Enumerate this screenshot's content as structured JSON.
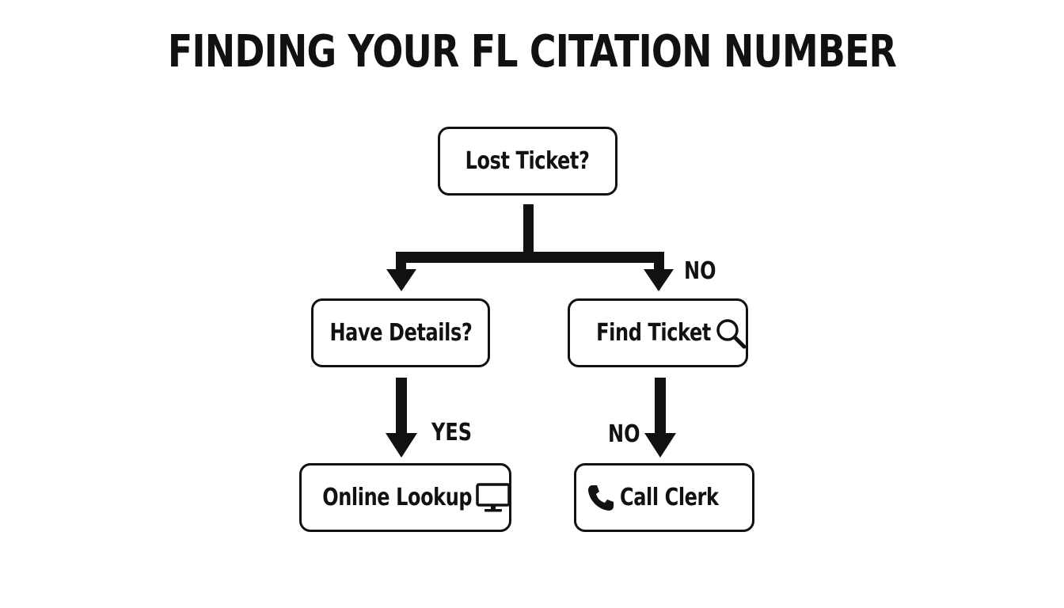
{
  "title": "FINDING YOUR FL CITATION NUMBER",
  "nodes": {
    "lost_ticket": "Lost Ticket?",
    "have_details": "Have Details?",
    "find_ticket": "Find Ticket",
    "online_lookup": "Online Lookup",
    "call_clerk": "Call Clerk"
  },
  "edges": {
    "split_right_label": "NO",
    "details_to_lookup_label": "YES",
    "find_to_clerk_label": "NO"
  },
  "icons": {
    "find_ticket": "magnifier-icon",
    "online_lookup": "monitor-icon",
    "call_clerk": "phone-icon"
  },
  "colors": {
    "ink": "#111111",
    "background": "#ffffff"
  }
}
